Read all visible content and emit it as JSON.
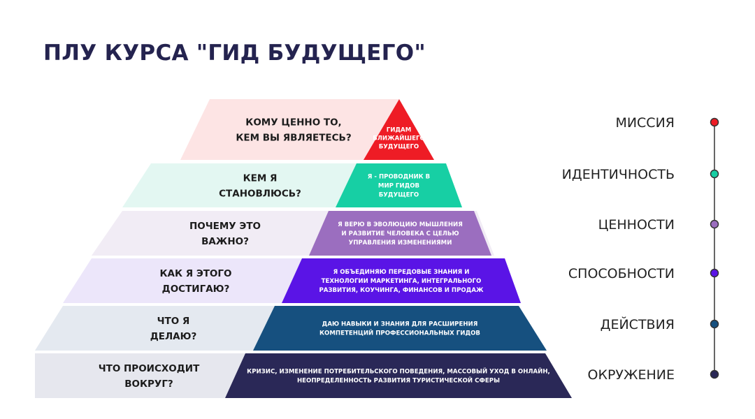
{
  "title": "ПЛУ КУРСА \"ГИД БУДУЩЕГО\"",
  "levels": [
    {
      "name": "МИССИЯ",
      "question": [
        "КОМУ ЦЕННО ТО,",
        "КЕМ ВЫ ЯВЛЯЕТЕСЬ?"
      ],
      "answer": [
        "ГИДАМ",
        "БЛИЖАЙШЕГО",
        "БУДУЩЕГО"
      ],
      "color": "#ee1c25",
      "light": "#fde4e4"
    },
    {
      "name": "ИДЕНТИЧНОСТЬ",
      "question": [
        "КЕМ Я",
        "СТАНОВЛЮСЬ?"
      ],
      "answer": [
        "Я - ПРОВОДНИК В",
        "МИР ГИДОВ",
        "БУДУЩЕГО"
      ],
      "color": "#17cfa4",
      "light": "#e3f7f2"
    },
    {
      "name": "ЦЕННОСТИ",
      "question": [
        "ПОЧЕМУ ЭТО",
        "ВАЖНО?"
      ],
      "answer": [
        "Я ВЕРЮ В ЭВОЛЮЦИЮ МЫШЛЕНИЯ",
        "И РАЗВИТИЕ ЧЕЛОВЕКА С ЦЕЛЬЮ",
        "УПРАВЛЕНИЯ ИЗМЕНЕНИЯМИ"
      ],
      "color": "#9b6ebf",
      "light": "#f1ecf5"
    },
    {
      "name": "СПОСОБНОСТИ",
      "question": [
        "КАК Я ЭТОГО",
        "ДОСТИГАЮ?"
      ],
      "answer": [
        "Я ОБЪЕДИНЯЮ ПЕРЕДОВЫЕ ЗНАНИЯ И",
        "ТЕХНОЛОГИИ МАРКЕТИНГА, ИНТЕГРАЛЬНОГО",
        "РАЗВИТИЯ, КОУЧИНГА, ФИНАНСОВ И ПРОДАЖ"
      ],
      "color": "#5a14e6",
      "light": "#ece6fa"
    },
    {
      "name": "ДЕЙСТВИЯ",
      "question": [
        "ЧТО Я",
        "ДЕЛАЮ?"
      ],
      "answer": [
        "ДАЮ НАВЫКИ И ЗНАНИЯ ДЛЯ РАСШИРЕНИЯ",
        "КОМПЕТЕНЦИЙ ПРОФЕССИОНАЛЬНЫХ ГИДОВ"
      ],
      "color": "#16507f",
      "light": "#e4e9f0"
    },
    {
      "name": "ОКРУЖЕНИЕ",
      "question": [
        "ЧТО ПРОИСХОДИТ",
        "ВОКРУГ?"
      ],
      "answer": [
        "КРИЗИС, ИЗМЕНЕНИЕ ПОТРЕБИТЕЛЬСКОГО ПОВЕДЕНИЯ, МАССОВЫЙ УХОД В ОНЛАЙН,",
        "НЕОПРЕДЕЛЕННОСТЬ РАЗВИТИЯ ТУРИСТИЧЕСКОЙ СФЕРЫ"
      ],
      "color": "#2a2857",
      "light": "#e6e7ee"
    }
  ]
}
